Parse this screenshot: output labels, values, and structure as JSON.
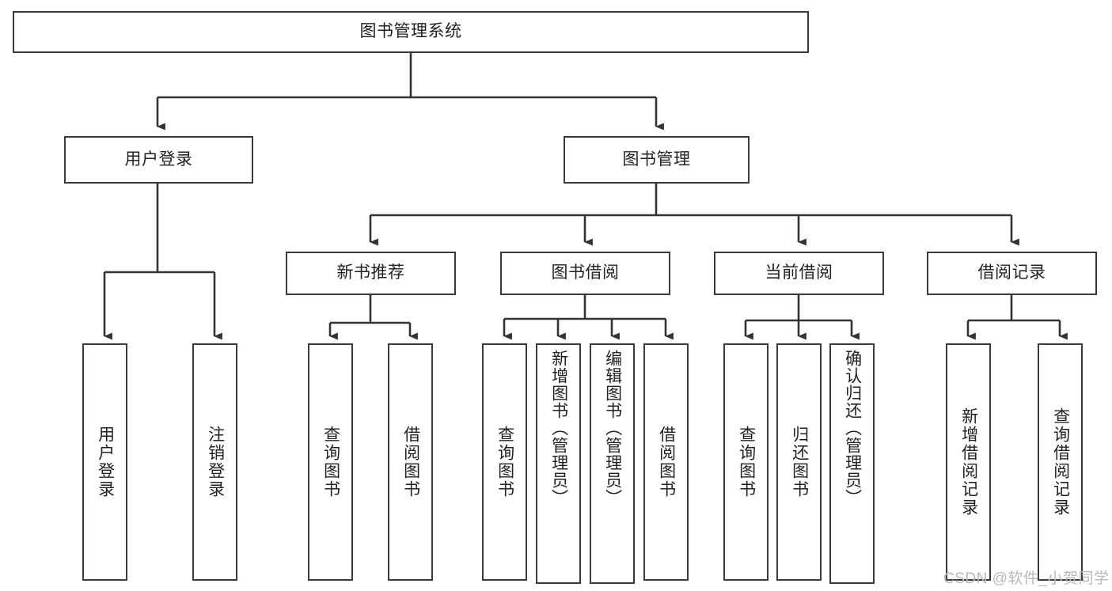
{
  "diagram": {
    "type": "tree-hierarchy",
    "title": "图书管理系统",
    "orientation": "top-down",
    "colors": {
      "box_border": "#3a3a3a",
      "box_fill": "#ffffff",
      "connector": "#333333",
      "text": "#222222",
      "watermark": "#b8b8b8"
    },
    "root": {
      "id": "root",
      "label": "图书管理系统"
    },
    "level1": [
      {
        "id": "user-login",
        "label": "用户登录"
      },
      {
        "id": "book-manage",
        "label": "图书管理"
      }
    ],
    "level2": [
      {
        "id": "new-book-recommend",
        "label": "新书推荐",
        "parent": "book-manage"
      },
      {
        "id": "book-borrow",
        "label": "图书借阅",
        "parent": "book-manage"
      },
      {
        "id": "current-borrow",
        "label": "当前借阅",
        "parent": "book-manage"
      },
      {
        "id": "borrow-record",
        "label": "借阅记录",
        "parent": "book-manage"
      }
    ],
    "leaves": [
      {
        "id": "leaf-user-login",
        "label": "用户登录",
        "parent": "user-login"
      },
      {
        "id": "leaf-logout",
        "label": "注销登录",
        "parent": "user-login"
      },
      {
        "id": "leaf-query-book-1",
        "label": "查询图书",
        "parent": "new-book-recommend"
      },
      {
        "id": "leaf-borrow-book-1",
        "label": "借阅图书",
        "parent": "new-book-recommend"
      },
      {
        "id": "leaf-query-book-2",
        "label": "查询图书",
        "parent": "book-borrow"
      },
      {
        "id": "leaf-add-book",
        "label": "新增图书（管理员）",
        "parent": "book-borrow"
      },
      {
        "id": "leaf-edit-book",
        "label": "编辑图书（管理员）",
        "parent": "book-borrow"
      },
      {
        "id": "leaf-borrow-book-2",
        "label": "借阅图书",
        "parent": "book-borrow"
      },
      {
        "id": "leaf-query-book-3",
        "label": "查询图书",
        "parent": "current-borrow"
      },
      {
        "id": "leaf-return-book",
        "label": "归还图书",
        "parent": "current-borrow"
      },
      {
        "id": "leaf-confirm-return",
        "label": "确认归还（管理员）",
        "parent": "current-borrow"
      },
      {
        "id": "leaf-add-record",
        "label": "新增借阅记录",
        "parent": "borrow-record"
      },
      {
        "id": "leaf-query-record",
        "label": "查询借阅记录",
        "parent": "borrow-record"
      }
    ],
    "watermark": "CSDN @软件_小贺同学"
  }
}
